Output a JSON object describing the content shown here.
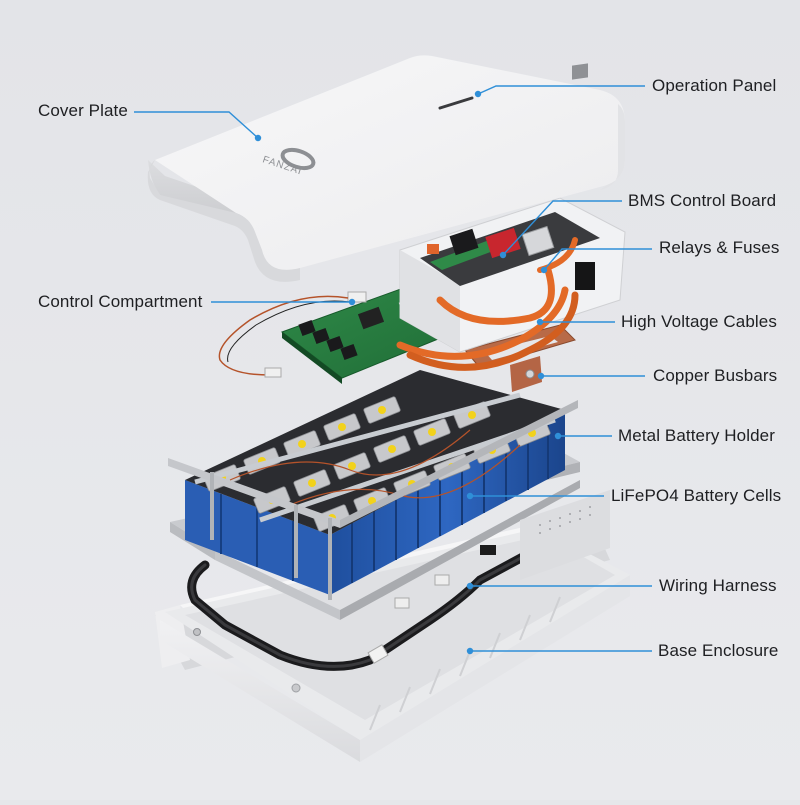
{
  "diagram": {
    "type": "exploded-view",
    "subject": "LiFePO4 home battery pack",
    "brand_logo": "FANZAI",
    "accent_color": "#2f8fd8",
    "background_color": "#e6e7ea",
    "labels": {
      "cover_plate": "Cover Plate",
      "operation_panel": "Operation Panel",
      "bms_control_board": "BMS Control Board",
      "relays_fuses": "Relays & Fuses",
      "control_compartment": "Control Compartment",
      "high_voltage_cables": "High Voltage Cables",
      "copper_busbars": "Copper Busbars",
      "metal_battery_holder": "Metal Battery Holder",
      "lifepo4_cells": "LiFePO4 Battery Cells",
      "wiring_harness": "Wiring Harness",
      "base_enclosure": "Base Enclosure"
    }
  }
}
